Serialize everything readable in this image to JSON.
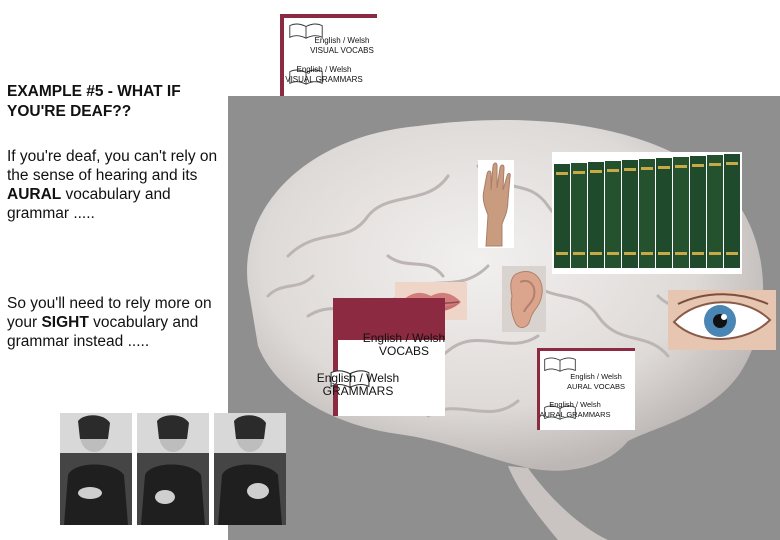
{
  "slide": {
    "title": "EXAMPLE #5 - WHAT IF YOU'RE DEAF??",
    "paragraph1": {
      "before": "If you're deaf, you can't rely on the sense of hearing and its ",
      "bold": "AURAL",
      "after": " vocabulary and grammar ....."
    },
    "paragraph2": {
      "before": "So you'll need to rely more on your ",
      "bold": "SIGHT",
      "after": " vocabulary and grammar instead ....."
    }
  },
  "cards": {
    "visual_top": {
      "vocabs": "English / Welsh",
      "vocabs2": "VISUAL VOCABS",
      "grammars": "English / Welsh",
      "grammars2": "VISUAL GRAMMARS"
    },
    "center": {
      "vocabs": "English / Welsh",
      "vocabs2": "VOCABS",
      "grammars": "English / Welsh",
      "grammars2": "GRAMMARS"
    },
    "aural": {
      "vocabs": "English / Welsh",
      "vocabs2": "AURAL VOCABS",
      "grammars": "English / Welsh",
      "grammars2": "AURAL GRAMMARS"
    }
  },
  "colors": {
    "card_maroon": "#8b2a40",
    "panel_grey": "#8f8f8f",
    "book_green": "#1f4a2c"
  },
  "icons": [
    "brain-image",
    "hand-image",
    "lips-image",
    "ear-image",
    "eye-image",
    "encyclopedia-books-image",
    "sign-language-photo",
    "open-book-icon"
  ]
}
